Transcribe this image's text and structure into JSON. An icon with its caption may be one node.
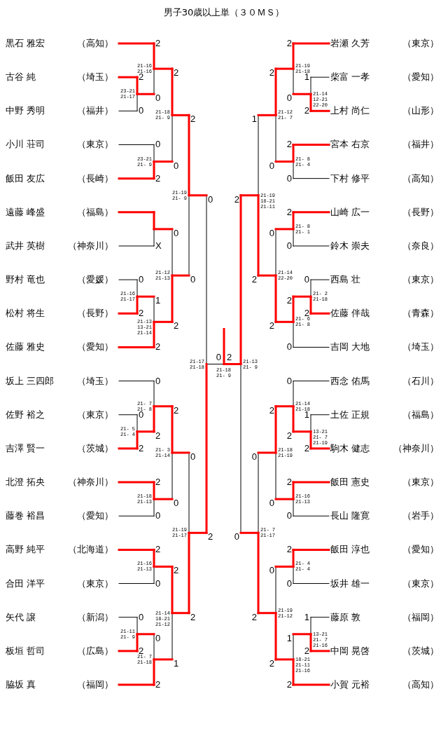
{
  "diagram": {
    "title": "男子30歳以上単（３０ＭＳ）",
    "nodes": [
      {
        "text": [
          "黒石 雅宏",
          "（高知）"
        ]
      },
      {
        "text": [
          "古谷 純",
          "（埼玉）"
        ]
      },
      {
        "text": [
          "中野 秀明",
          "（福井）"
        ]
      },
      {
        "text": [
          "小川 荘司",
          "（東京）"
        ]
      },
      {
        "text": [
          "飯田 友広",
          "（長崎）"
        ]
      },
      {
        "text": [
          "遠藤 峰盛",
          "（福島）"
        ]
      },
      {
        "text": [
          "武井 英樹",
          "（神奈川）"
        ]
      },
      {
        "text": [
          "野村 竜也",
          "（愛媛）"
        ]
      },
      {
        "text": [
          "松村 将生",
          "（長野）"
        ]
      },
      {
        "text": [
          "佐藤 雅史",
          "（愛知）"
        ]
      },
      {
        "text": [
          "坂上 三四郎",
          "（埼玉）"
        ]
      },
      {
        "text": [
          "佐野 裕之",
          "（東京）"
        ]
      },
      {
        "text": [
          "吉澤 賢一",
          "（茨城）"
        ]
      },
      {
        "text": [
          "北澄 拓央",
          "（神奈川）"
        ]
      },
      {
        "text": [
          "藤巻 裕昌",
          "（愛知）"
        ]
      },
      {
        "text": [
          "高野 純平",
          "（北海道）"
        ]
      },
      {
        "text": [
          "合田 洋平",
          "（東京）"
        ]
      },
      {
        "text": [
          "矢代 譲",
          "（新潟）"
        ]
      },
      {
        "text": [
          "板垣 哲司",
          "（広島）"
        ]
      },
      {
        "text": [
          "脇坂 真",
          "（福岡）"
        ]
      },
      {
        "text": [
          "岩瀬 久芳",
          "（東京）"
        ]
      },
      {
        "text": [
          "柴富 一孝",
          "（愛知）"
        ]
      },
      {
        "text": [
          "上村 尚仁",
          "（山形）"
        ]
      },
      {
        "text": [
          "宮本 右京",
          "（福井）"
        ]
      },
      {
        "text": [
          "下村 修平",
          "（高知）"
        ]
      },
      {
        "text": [
          "山崎 広一",
          "（長野）"
        ]
      },
      {
        "text": [
          "鈴木 崇夫",
          "（奈良）"
        ]
      },
      {
        "text": [
          "西島 壮",
          "（東京）"
        ]
      },
      {
        "text": [
          "佐藤 伴哉",
          "（青森）"
        ]
      },
      {
        "text": [
          "吉岡 大地",
          "（埼玉）"
        ]
      },
      {
        "text": [
          "西念 佑馬",
          "（石川）"
        ]
      },
      {
        "text": [
          "土佐 正規",
          "（福島）"
        ]
      },
      {
        "text": [
          "駒木 健志",
          "（神奈川）"
        ]
      },
      {
        "text": [
          "飯田 憲史",
          "（東京）"
        ]
      },
      {
        "text": [
          "長山 隆寛",
          "（岩手）"
        ]
      },
      {
        "text": [
          "飯田 淳也",
          "（愛知）"
        ]
      },
      {
        "text": [
          "坂井 雄一",
          "（東京）"
        ]
      },
      {
        "text": [
          "藤原 敦",
          "（福岡）"
        ]
      },
      {
        "text": [
          "中岡 晃啓",
          "（茨城）"
        ]
      },
      {
        "text": [
          "小賀 元裕",
          "（高知）"
        ]
      }
    ],
    "labels": [
      "2",
      "0",
      "23-21 21-17",
      "2",
      "0",
      "21-16 21-16",
      "0",
      "2",
      "23-21 21- 9",
      "2",
      "0",
      "21-18 21- 9",
      "X",
      "0",
      "2",
      "21-16 21-17",
      "1",
      "2",
      "21-13 13-21 21-14",
      "0",
      "2",
      "21-12 21-13",
      "2",
      "0",
      "21-19 21- 9",
      "0",
      "2",
      "21- 5 21- 4",
      "0",
      "2",
      "21- 7 21- 8",
      "2",
      "0",
      "21-18 21-13",
      "2",
      "0",
      "21- 3 21-14",
      "2",
      "0",
      "21-16 21-13",
      "0",
      "2",
      "21-11 21- 9",
      "0",
      "2",
      "21- 7 21-18",
      "2",
      "1",
      "21-14 18-21 21-12",
      "0",
      "2",
      "21-19 21-17",
      "0",
      "2",
      "21-17 21-18",
      "1",
      "2",
      "21-14 12-21 22-20",
      "2",
      "0",
      "21-19 21-18",
      "2",
      "0",
      "21- 8 21- 4",
      "2",
      "0",
      "21-12 21- 7",
      "2",
      "0",
      "21- 8 21- 1",
      "0",
      "2",
      "21- 2 21-18",
      "2",
      "0",
      "21- 6 21- 8",
      "0",
      "2",
      "21-14 22-20",
      "1",
      "2",
      "21-19 18-21 21-11",
      "1",
      "2",
      "13-21 21- 7 21-19",
      "0",
      "2",
      "21-14 21-18",
      "2",
      "0",
      "21-16 21-13",
      "2",
      "0",
      "21-18 21-19",
      "2",
      "0",
      "21- 4 21- 4",
      "1",
      "2",
      "13-21 21- 7 21-16",
      "1",
      "2",
      "18-21 21-11 21-16",
      "0",
      "2",
      "21-19 21-12",
      "0",
      "2",
      "21- 7 21-17",
      "2",
      "0",
      "21-13 21- 9",
      "0",
      "2",
      "21-18 21- 9"
    ]
  }
}
